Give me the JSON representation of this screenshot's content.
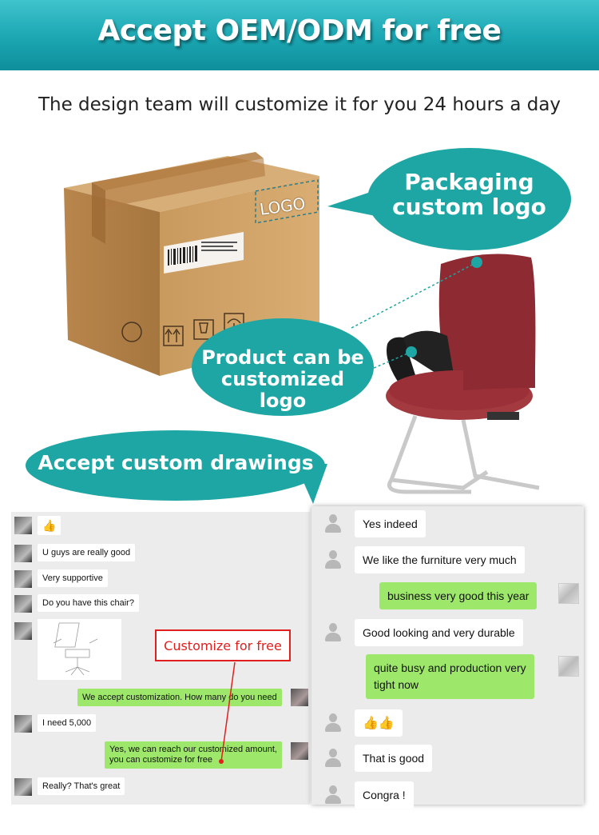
{
  "banner": {
    "title": "Accept OEM/ODM for free"
  },
  "subtitle": "The design team will customize it for you 24 hours a day",
  "box": {
    "logo_text": "LOGO"
  },
  "bubbles": {
    "packaging": [
      "Packaging",
      "custom logo"
    ],
    "product": [
      "Product can be",
      "customized logo"
    ],
    "drawings": "Accept custom drawings"
  },
  "chat_left": {
    "messages": [
      {
        "side": "in",
        "text": "👍"
      },
      {
        "side": "in",
        "text": "U guys are really good"
      },
      {
        "side": "in",
        "text": "Very supportive"
      },
      {
        "side": "in",
        "text": "Do you have this chair?"
      },
      {
        "side": "out",
        "text": "We accept customization. How many do you need"
      },
      {
        "side": "in",
        "text": "I need 5,000"
      },
      {
        "side": "out",
        "lines": [
          "Yes, we can reach our customized amount,",
          "you can customize for free"
        ]
      },
      {
        "side": "in",
        "text": "Really? That's great"
      }
    ],
    "callout": "Customize for free"
  },
  "chat_right": {
    "messages": [
      {
        "side": "in",
        "text": "Yes indeed"
      },
      {
        "side": "in",
        "text": "We like the furniture very much"
      },
      {
        "side": "out",
        "text": "business very good this year"
      },
      {
        "side": "in",
        "text": "Good looking and very durable"
      },
      {
        "side": "out",
        "lines": [
          "quite busy and production very",
          "tight now"
        ]
      },
      {
        "side": "in",
        "text": "👍👍"
      },
      {
        "side": "in",
        "text": "That is good"
      },
      {
        "side": "in",
        "text": "Congra !"
      }
    ]
  },
  "colors": {
    "teal": "#1da6a4",
    "green_bubble": "#9de86a",
    "red": "#e0201f",
    "banner": "#1aa6b2"
  }
}
